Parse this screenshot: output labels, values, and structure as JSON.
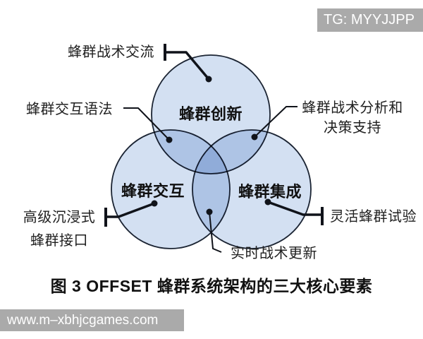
{
  "watermarks": {
    "top_right": "TG: MYYJJPP",
    "bottom_left": "www.m–xbhjcgames.com"
  },
  "diagram": {
    "type": "venn-3",
    "circles": [
      {
        "label": "蜂群创新"
      },
      {
        "label": "蜂群交互"
      },
      {
        "label": "蜂群集成"
      }
    ],
    "callouts": [
      {
        "label": "蜂群战术交流",
        "points_to": "蜂群创新"
      },
      {
        "label": "蜂群交互语法",
        "points_to": "蜂群创新 ∩ 蜂群交互"
      },
      {
        "label": "蜂群战术分析和\n决策支持",
        "points_to": "蜂群创新 ∩ 蜂群集成"
      },
      {
        "label": "高级沉浸式\n蜂群接口",
        "points_to": "蜂群交互"
      },
      {
        "label": "灵活蜂群试验",
        "points_to": "蜂群集成"
      },
      {
        "label": "实时战术更新",
        "points_to": "蜂群交互 ∩ 蜂群集成"
      }
    ],
    "colors": {
      "circle_fill": "#d3e0f2",
      "circle_stroke": "#1b2433",
      "connector": "#10131a",
      "watermark_bg": "#aaaaaa",
      "watermark_text": "#ffffff",
      "text": "#1f1f1f"
    }
  },
  "caption": "图 3 OFFSET 蜂群系统架构的三大核心要素"
}
